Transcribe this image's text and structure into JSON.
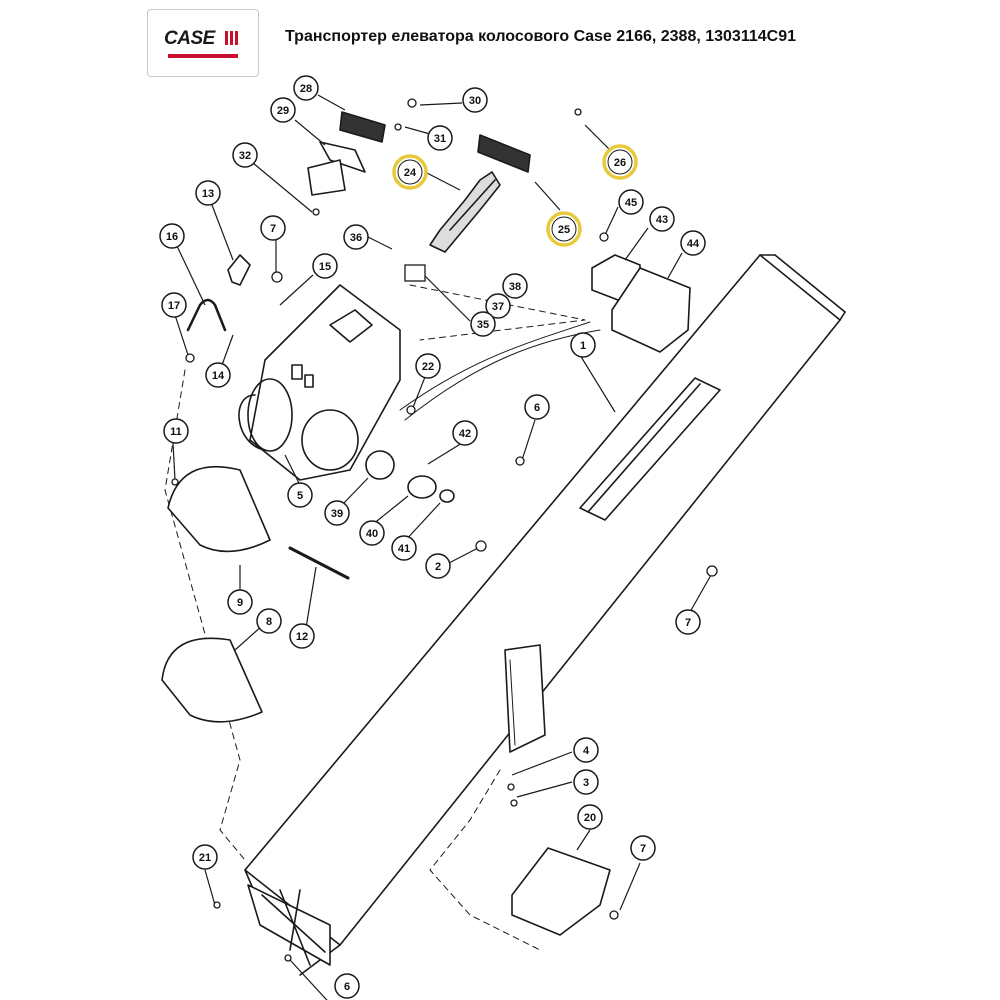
{
  "header": {
    "logo_text": "CASE",
    "title": "Транспортер елеватора колосового Case 2166, 2388, 1303114C91"
  },
  "colors": {
    "logo_red": "#c8102e",
    "highlight": "#e8c93a",
    "line": "#1a1a1a"
  },
  "callouts": [
    {
      "id": "callout-28",
      "label": "28"
    },
    {
      "id": "callout-30",
      "label": "30"
    },
    {
      "id": "callout-29",
      "label": "29"
    },
    {
      "id": "callout-31",
      "label": "31"
    },
    {
      "id": "callout-32",
      "label": "32"
    },
    {
      "id": "callout-24",
      "label": "24",
      "highlighted": true
    },
    {
      "id": "callout-26",
      "label": "26",
      "highlighted": true
    },
    {
      "id": "callout-13",
      "label": "13"
    },
    {
      "id": "callout-45",
      "label": "45"
    },
    {
      "id": "callout-25",
      "label": "25",
      "highlighted": true
    },
    {
      "id": "callout-43",
      "label": "43"
    },
    {
      "id": "callout-16",
      "label": "16"
    },
    {
      "id": "callout-7a",
      "label": "7"
    },
    {
      "id": "callout-36",
      "label": "36"
    },
    {
      "id": "callout-44",
      "label": "44"
    },
    {
      "id": "callout-15",
      "label": "15"
    },
    {
      "id": "callout-38",
      "label": "38"
    },
    {
      "id": "callout-37",
      "label": "37"
    },
    {
      "id": "callout-17",
      "label": "17"
    },
    {
      "id": "callout-35",
      "label": "35"
    },
    {
      "id": "callout-1",
      "label": "1"
    },
    {
      "id": "callout-14",
      "label": "14"
    },
    {
      "id": "callout-22",
      "label": "22"
    },
    {
      "id": "callout-6a",
      "label": "6"
    },
    {
      "id": "callout-11",
      "label": "11"
    },
    {
      "id": "callout-42",
      "label": "42"
    },
    {
      "id": "callout-5",
      "label": "5"
    },
    {
      "id": "callout-39",
      "label": "39"
    },
    {
      "id": "callout-40",
      "label": "40"
    },
    {
      "id": "callout-41",
      "label": "41"
    },
    {
      "id": "callout-2",
      "label": "2"
    },
    {
      "id": "callout-9",
      "label": "9"
    },
    {
      "id": "callout-7b",
      "label": "7"
    },
    {
      "id": "callout-8",
      "label": "8"
    },
    {
      "id": "callout-12",
      "label": "12"
    },
    {
      "id": "callout-4",
      "label": "4"
    },
    {
      "id": "callout-3",
      "label": "3"
    },
    {
      "id": "callout-20",
      "label": "20"
    },
    {
      "id": "callout-21",
      "label": "21"
    },
    {
      "id": "callout-7c",
      "label": "7"
    },
    {
      "id": "callout-6b",
      "label": "6"
    }
  ]
}
